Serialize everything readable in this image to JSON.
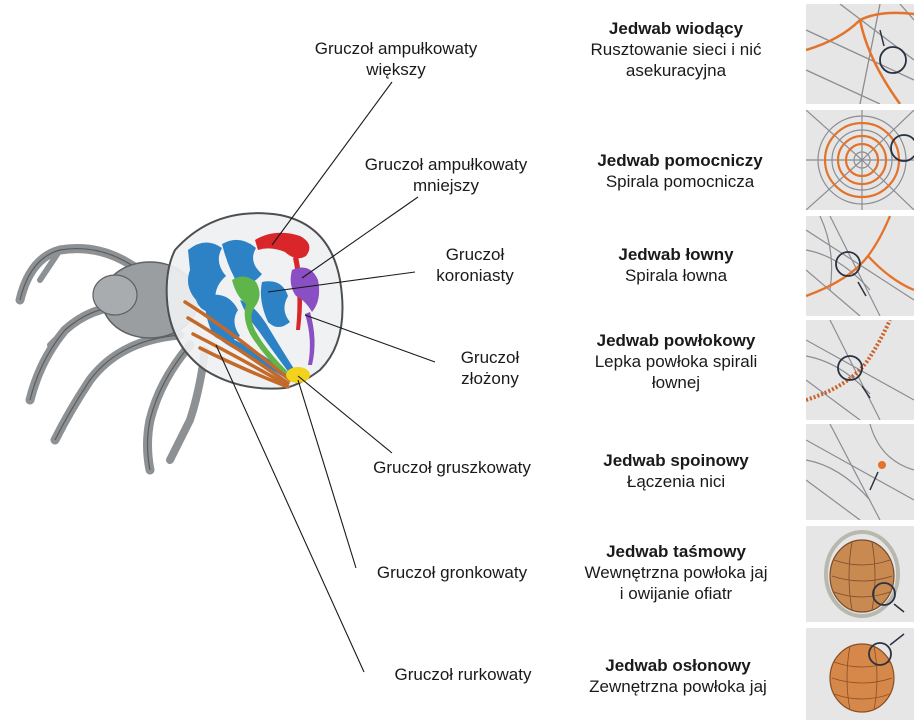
{
  "glands": [
    {
      "line1": "Gruczoł ampułkowaty",
      "line2": "większy"
    },
    {
      "line1": "Gruczoł ampułkowaty",
      "line2": "mniejszy"
    },
    {
      "line1": "Gruczoł",
      "line2": "koroniasty"
    },
    {
      "line1": "Gruczoł",
      "line2": "złożony"
    },
    {
      "line1": "Gruczoł gruszkowaty",
      "line2": ""
    },
    {
      "line1": "Gruczoł gronkowaty",
      "line2": ""
    },
    {
      "line1": "Gruczoł rurkowaty",
      "line2": ""
    }
  ],
  "silks": [
    {
      "name": "Jedwab wiodący",
      "use1": "Rusztowanie sieci i nić",
      "use2": "asekuracyjna"
    },
    {
      "name": "Jedwab pomocniczy",
      "use1": "Spirala pomocnicza",
      "use2": ""
    },
    {
      "name": "Jedwab łowny",
      "use1": "Spirala łowna",
      "use2": ""
    },
    {
      "name": "Jedwab powłokowy",
      "use1": "Lepka powłoka spirali",
      "use2": "łownej"
    },
    {
      "name": "Jedwab spoinowy",
      "use1": "Łączenia nici",
      "use2": ""
    },
    {
      "name": "Jedwab taśmowy",
      "use1": "Wewnętrzna powłoka jaj",
      "use2": "i owijanie ofiatr"
    },
    {
      "name": "Jedwab osłonowy",
      "use1": "Zewnętrzna powłoka jaj",
      "use2": ""
    }
  ],
  "colors": {
    "ampullate_major": "#d8262b",
    "ampullate_minor": "#8a4fc2",
    "flagelliform": "#5fb54a",
    "aggregate": "#2d82c6",
    "piriform": "#f2d21a",
    "aciniform": "#c36a2a",
    "tubuliform": "#c36a2a",
    "silk_orange": "#e3732c",
    "web_gray": "#8a8d92"
  }
}
